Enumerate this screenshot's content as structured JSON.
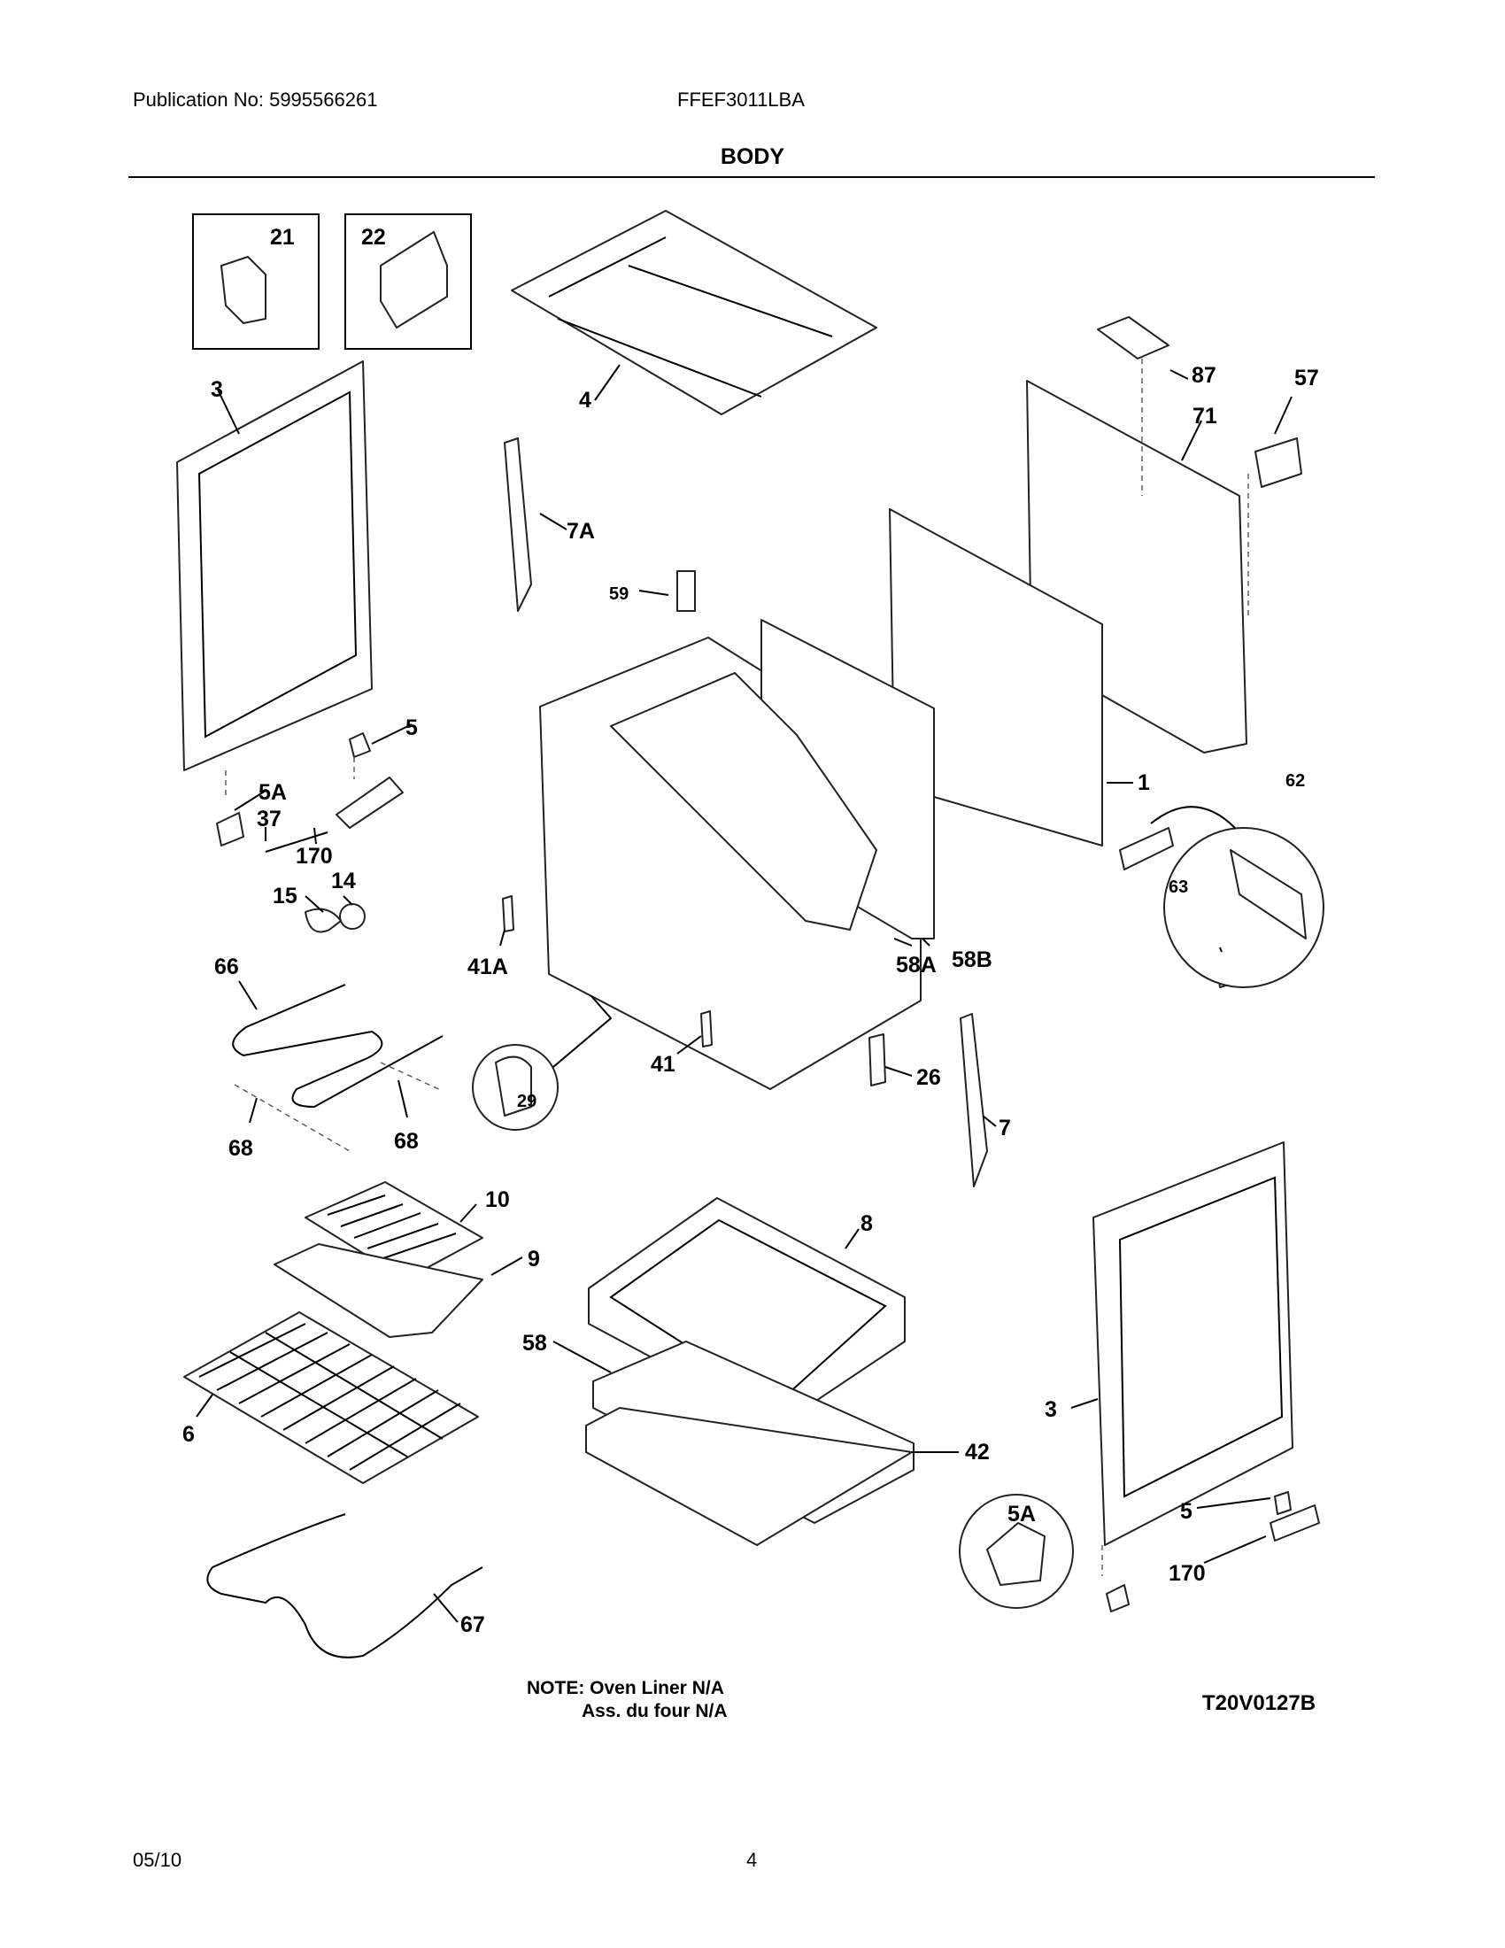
{
  "header": {
    "publication": "Publication No: 5995566261",
    "model": "FFEF3011LBA",
    "section_title": "BODY"
  },
  "callouts": {
    "c21": "21",
    "c22": "22",
    "c3a": "3",
    "c4": "4",
    "c87": "87",
    "c57": "57",
    "c71": "71",
    "c7A": "7A",
    "c59": "59",
    "c5a": "5",
    "c5Aa": "5A",
    "c37": "37",
    "c170a": "170",
    "c14": "14",
    "c15": "15",
    "c1": "1",
    "c62": "62",
    "c63": "63",
    "c41A": "41A",
    "c58A": "58A",
    "c58B": "58B",
    "c66": "66",
    "c41": "41",
    "c26": "26",
    "c29": "29",
    "c68a": "68",
    "c68b": "68",
    "c7": "7",
    "c10": "10",
    "c9": "9",
    "c8": "8",
    "c58": "58",
    "c6": "6",
    "c42": "42",
    "c3b": "3",
    "c5Ab": "5A",
    "c5b": "5",
    "c170b": "170",
    "c67": "67"
  },
  "notes": {
    "line1": "NOTE: Oven Liner N/A",
    "line2": "Ass. du four N/A",
    "code": "T20V0127B"
  },
  "footer": {
    "date": "05/10",
    "page": "4"
  }
}
